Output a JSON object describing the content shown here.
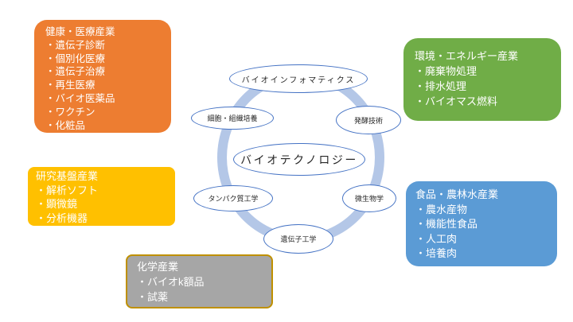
{
  "diagram": {
    "ring_color": "#b4c7e7",
    "node_border_color": "#4472c4",
    "center_label": "バイオテクノロジー",
    "nodes": {
      "bioinformatics": "バイオインフォマティクス",
      "cell_tissue": "細胞・組織培養",
      "fermentation": "発酵技術",
      "protein": "タンパク質工学",
      "microbiology": "微生物学",
      "genetics": "遺伝子工学"
    }
  },
  "industries": [
    {
      "id": "health",
      "title": "健康・医療産業",
      "items": [
        "・遺伝子診断",
        "・個別化医療",
        "・遺伝子治療",
        "・再生医療",
        "・バイオ医薬品",
        "・ワクチン",
        "・化粧品"
      ],
      "fill": "#ed7d31",
      "border_color": "#e2701f"
    },
    {
      "id": "environment",
      "title": "環境・エネルギー産業",
      "items": [
        "・廃棄物処理",
        "・排水処理",
        "・バイオマス燃料"
      ],
      "fill": "#70ad47",
      "border_color": "#649c3d"
    },
    {
      "id": "research",
      "title": "研究基盤産業",
      "items": [
        "・解析ソフト",
        "・顕微鏡",
        "・分析機器"
      ],
      "fill": "#ffc000",
      "border_color": "#eab200"
    },
    {
      "id": "food",
      "title": "食品・農林水産業",
      "items": [
        "・農水産物",
        "・機能性食品",
        "・人工肉",
        "・培養肉"
      ],
      "fill": "#5b9bd5",
      "border_color": "#4a8bc7"
    },
    {
      "id": "chemical",
      "title": "化学産業",
      "items": [
        "・バイオk額品",
        "・試薬"
      ],
      "fill": "#a6a6a6",
      "border_color": "#bf9000"
    }
  ],
  "text_color": "#ffffff"
}
